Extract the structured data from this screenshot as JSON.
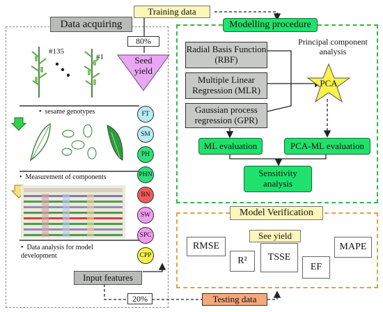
{
  "top": {
    "training_data": "Training data",
    "percent_80": "80%"
  },
  "bottom": {
    "percent_20": "20%",
    "testing_data": "Testing data"
  },
  "data_acquiring": {
    "title": "Data acquiring",
    "plant_labels": [
      "#135",
      "#1"
    ],
    "seed_yield": "Seed\nyield",
    "captions": [
      "sesame genotypes",
      "Measurement of components",
      "Data analysis for model development"
    ],
    "input_features": "Input features",
    "features": [
      {
        "label": "FT",
        "color": "#b8ecf4"
      },
      {
        "label": "SM",
        "color": "#b8ecf4"
      },
      {
        "label": "PH",
        "color": "#2ee07a"
      },
      {
        "label": "PHN",
        "color": "#2ee07a"
      },
      {
        "label": "BN",
        "color": "#f25a5a"
      },
      {
        "label": "SW",
        "color": "#f19cf0"
      },
      {
        "label": "SPC",
        "color": "#f19cf0"
      },
      {
        "label": "CPP",
        "color": "#f6f44c"
      }
    ]
  },
  "modelling": {
    "title": "Modelling procedure",
    "rbf": "Radial Basis Function (RBF)",
    "mlr": "Multiple Linear Regression (MLR)",
    "gpr": "Gaussian process regression (GPR)",
    "pca_label": "Principal component analysis",
    "pca": "PCA",
    "ml_eval": "ML evaluation",
    "pca_ml_eval": "PCA-ML evaluation",
    "sensitivity": "Sensitivity analysis"
  },
  "verification": {
    "title": "Model Verification",
    "see_yield": "See yield",
    "metrics": [
      "RMSE",
      "R²",
      "TSSE",
      "EF",
      "MAPE"
    ]
  }
}
